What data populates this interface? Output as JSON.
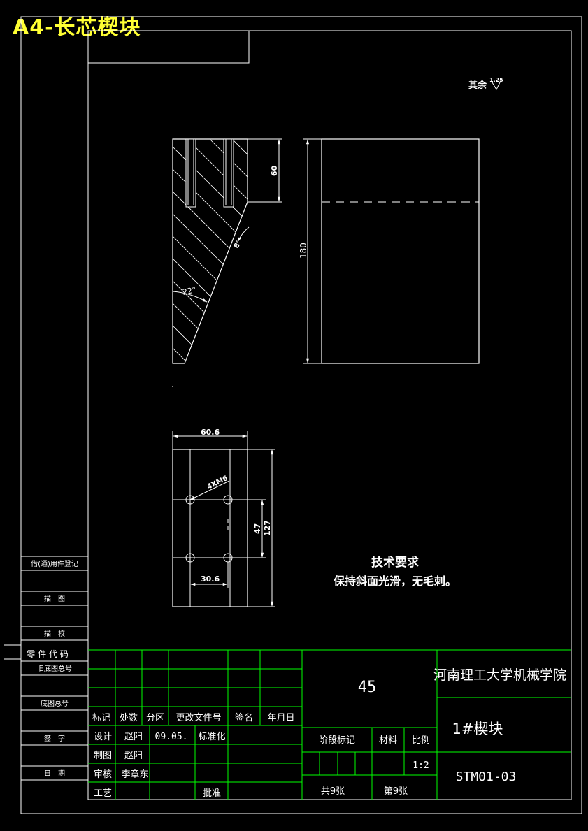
{
  "banner": "A4-长芯楔块",
  "surface_finish": {
    "label": "其余",
    "value": "1.25"
  },
  "dims": {
    "d60": "60",
    "d180": "180",
    "angle22": "22°",
    "angle8": "8°",
    "top_width": "60.6",
    "thread": "4XM6",
    "d47": "47",
    "d127": "127",
    "d30": "30.6"
  },
  "tech": {
    "title": "技术要求",
    "line": "保持斜面光滑，无毛刺。"
  },
  "left_strip": {
    "borrow": "借(通)用件登记",
    "trace": "描　图",
    "check": "描　校",
    "part_code": "零 件 代 码",
    "old_total": "旧底图总号",
    "base_total": "底图总号",
    "sign": "签　字",
    "date": "日　期"
  },
  "title_block": {
    "material": "45",
    "school": "河南理工大学机械学院",
    "part_name": "1#楔块",
    "drawing_no": "STM01-03",
    "headers": [
      "标记",
      "处数",
      "分区",
      "更改文件号",
      "签名",
      "年月日"
    ],
    "design_label": "设计",
    "designer": "赵阳",
    "design_date": "09.05.",
    "standard_label": "标准化",
    "draw_label": "制图",
    "drawer": "赵阳",
    "review_label": "审核",
    "reviewer": "李章东",
    "process_label": "工艺",
    "approve_label": "批准",
    "stage_label": "阶段标记",
    "material_label": "材料",
    "scale_label": "比例",
    "scale": "1:2",
    "total_sheets": "共9张",
    "sheet_no": "第9张"
  },
  "colors": {
    "line": "#ffffff",
    "grid": "#00ff00",
    "banner": "#ffff33",
    "bg": "#000000"
  }
}
